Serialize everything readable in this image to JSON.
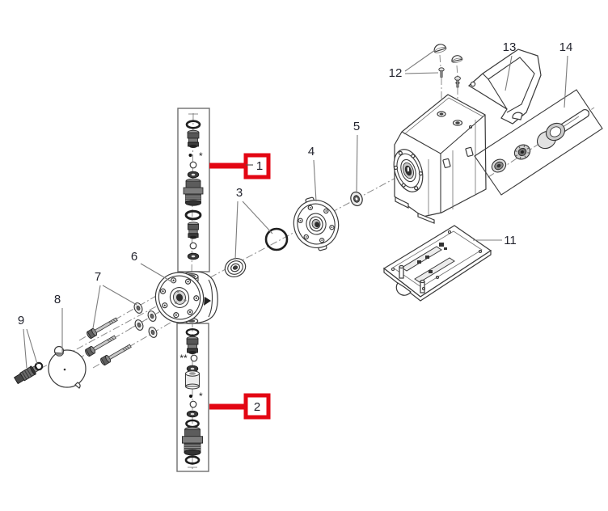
{
  "diagram": {
    "type": "exploded-parts-view",
    "callouts": {
      "c1": {
        "label": "1",
        "highlighted": true
      },
      "c2": {
        "label": "2",
        "highlighted": true
      },
      "c3": {
        "label": "3",
        "highlighted": false
      },
      "c4": {
        "label": "4",
        "highlighted": false
      },
      "c5": {
        "label": "5",
        "highlighted": false
      },
      "c6": {
        "label": "6",
        "highlighted": false
      },
      "c7": {
        "label": "7",
        "highlighted": false
      },
      "c8": {
        "label": "8",
        "highlighted": false
      },
      "c9": {
        "label": "9",
        "highlighted": false
      },
      "c11": {
        "label": "11",
        "highlighted": false
      },
      "c12": {
        "label": "12",
        "highlighted": false
      },
      "c13": {
        "label": "13",
        "highlighted": false
      },
      "c14": {
        "label": "14",
        "highlighted": false
      }
    },
    "markers": {
      "box1_star": "*",
      "box2_double_star": "**",
      "box2_star": "*"
    },
    "colors": {
      "highlight_red": "#e30613",
      "line": "#3a3a3a",
      "leader": "#7d7d7d",
      "label_text": "#23242e",
      "background": "#ffffff"
    }
  }
}
